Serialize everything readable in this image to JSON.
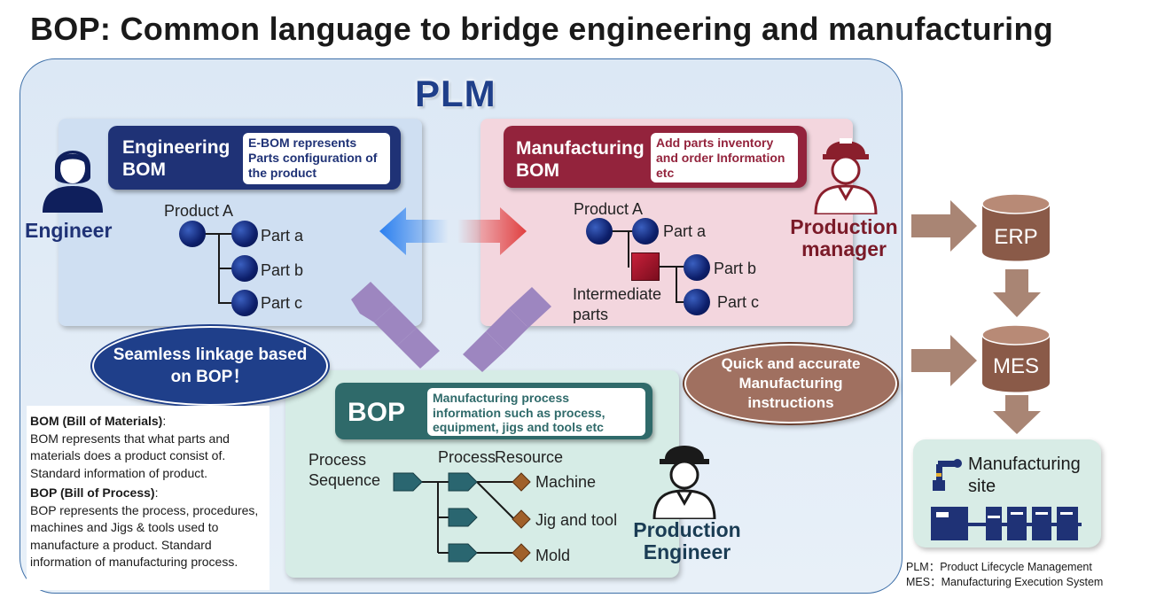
{
  "title": "BOP: Common language to bridge engineering and manufacturing",
  "plm_label": "PLM",
  "engineering": {
    "header": "Engineering BOM",
    "header_line1": "Engineering",
    "header_line2": "BOM",
    "note": "E-BOM represents Parts configuration of the product",
    "product": "Product A",
    "parts": [
      "Part a",
      "Part b",
      "Part c"
    ],
    "person": "Engineer"
  },
  "manufacturing": {
    "header_line1": "Manufacturing",
    "header_line2": "BOM",
    "note": "Add parts inventory and order Information etc",
    "product": "Product A",
    "parts": [
      "Part a",
      "Part b",
      "Part c"
    ],
    "intermediate_line1": "Intermediate",
    "intermediate_line2": "parts",
    "person_line1": "Production",
    "person_line2": "manager"
  },
  "bop": {
    "header": "BOP",
    "note": "Manufacturing process information such as process, equipment, jigs and tools etc",
    "process_sequence_line1": "Process",
    "process_sequence_line2": "Sequence",
    "process_label": "Process",
    "resource_label": "Resource",
    "resources": [
      "Machine",
      "Jig and tool",
      "Mold"
    ],
    "person_line1": "Production",
    "person_line2": "Engineer"
  },
  "callouts": {
    "seamless_line1": "Seamless linkage based",
    "seamless_line2": "on BOP！",
    "quick_line1": "Quick and accurate",
    "quick_line2": "Manufacturing",
    "quick_line3": "instructions"
  },
  "legend": {
    "bom_title": "BOM (Bill of Materials)",
    "bom_colon": ":",
    "bom_text": "BOM represents that what parts and materials does a product consist of. Standard information of product.",
    "bop_title": "BOP (Bill of Process)",
    "bop_colon": ":",
    "bop_text": "BOP represents the process, procedures, machines and Jigs & tools used to manufacture a product. Standard information of manufacturing process."
  },
  "systems": {
    "erp": "ERP",
    "mes": "MES",
    "site_line1": "Manufacturing",
    "site_line2": "site"
  },
  "abbreviations": [
    "PLM：Product Lifecycle Management",
    "MES：Manufacturing Execution System"
  ],
  "colors": {
    "engineering": "#1f3276",
    "manufacturing": "#93233c",
    "bop": "#2f6a6a",
    "flow_arrow": "#a98574",
    "chevron": "#9d86c0"
  }
}
